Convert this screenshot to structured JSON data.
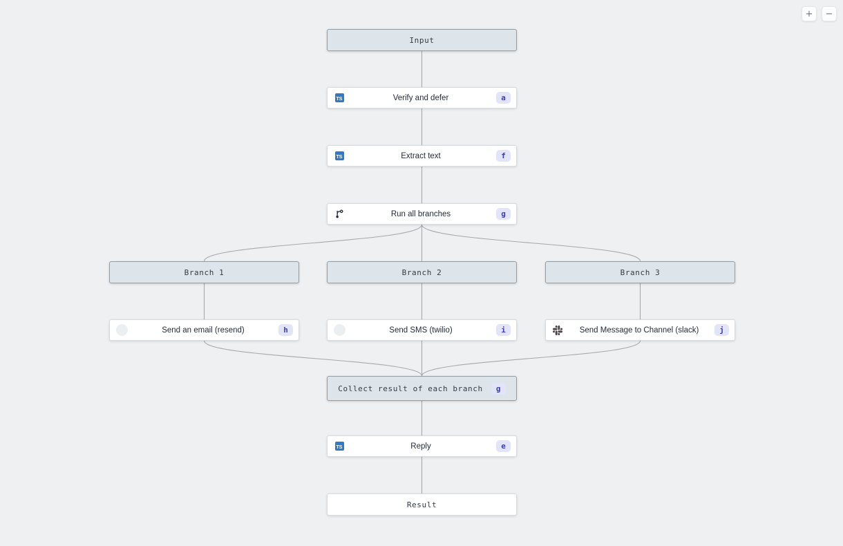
{
  "colors": {
    "canvas_bg": "#eef0f2",
    "edge": "#a5a8ad",
    "header_bg": "#dde4ea",
    "header_border": "#939da6",
    "task_bg": "#ffffff",
    "task_border": "#d9dcdf",
    "task_text": "#1f2937",
    "header_text": "#323c46",
    "badge_bg": "#e2e5f9",
    "badge_text": "#3d3cb0",
    "ts_blue": "#3178c6",
    "slack_gray": "#4a4649",
    "placeholder_icon": "#eceff2",
    "button_glyph": "#6b7280"
  },
  "controls": {
    "zoom_in": "+",
    "zoom_out": "−"
  },
  "icons": {
    "typescript_text": "TS"
  },
  "nodes": {
    "input": {
      "label": "Input"
    },
    "verify": {
      "label": "Verify and defer",
      "badge": "a"
    },
    "extract": {
      "label": "Extract text",
      "badge": "f"
    },
    "run_branches": {
      "label": "Run all branches",
      "badge": "g"
    },
    "branch1": {
      "label": "Branch 1"
    },
    "branch2": {
      "label": "Branch 2"
    },
    "branch3": {
      "label": "Branch 3"
    },
    "send_email": {
      "label": "Send an email (resend)",
      "badge": "h"
    },
    "send_sms": {
      "label": "Send SMS (twilio)",
      "badge": "i"
    },
    "send_slack": {
      "label": "Send Message to Channel (slack)",
      "badge": "j"
    },
    "collect": {
      "label": "Collect result of each branch",
      "badge": "g"
    },
    "reply": {
      "label": "Reply",
      "badge": "e"
    },
    "result": {
      "label": "Result"
    }
  }
}
